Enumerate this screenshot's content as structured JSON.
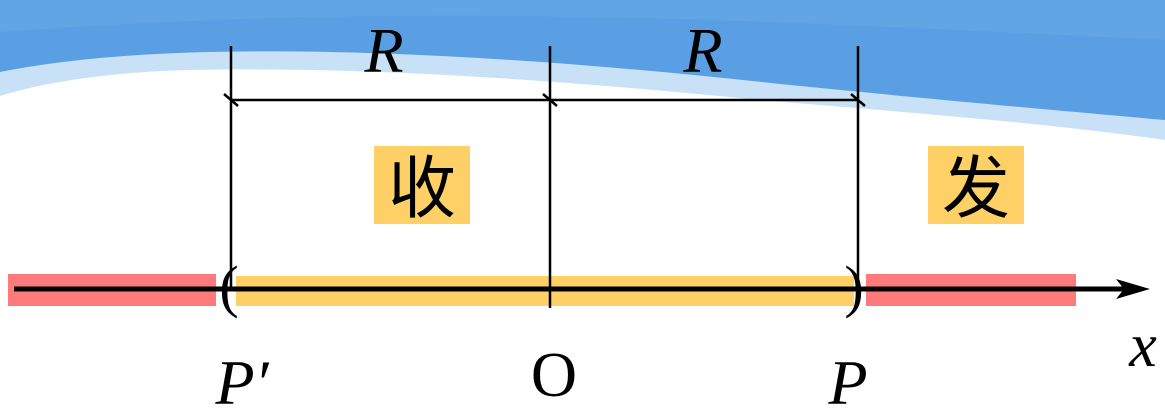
{
  "colors": {
    "sky_dark": "#5a9fe3",
    "sky_mid": "#6aaae8",
    "sky_light": "#c9e1f6",
    "emit_region": "#ff7b7b",
    "receive_region": "#ffd066",
    "label_highlight": "#ffd066",
    "line": "#000000"
  },
  "labels": {
    "radius_left": "R",
    "radius_right": "R",
    "receive": "收",
    "emit": "发",
    "point_left": "P′",
    "origin": "O",
    "point_right": "P",
    "axis": "x",
    "bracket_left": "(",
    "bracket_right": ")"
  }
}
